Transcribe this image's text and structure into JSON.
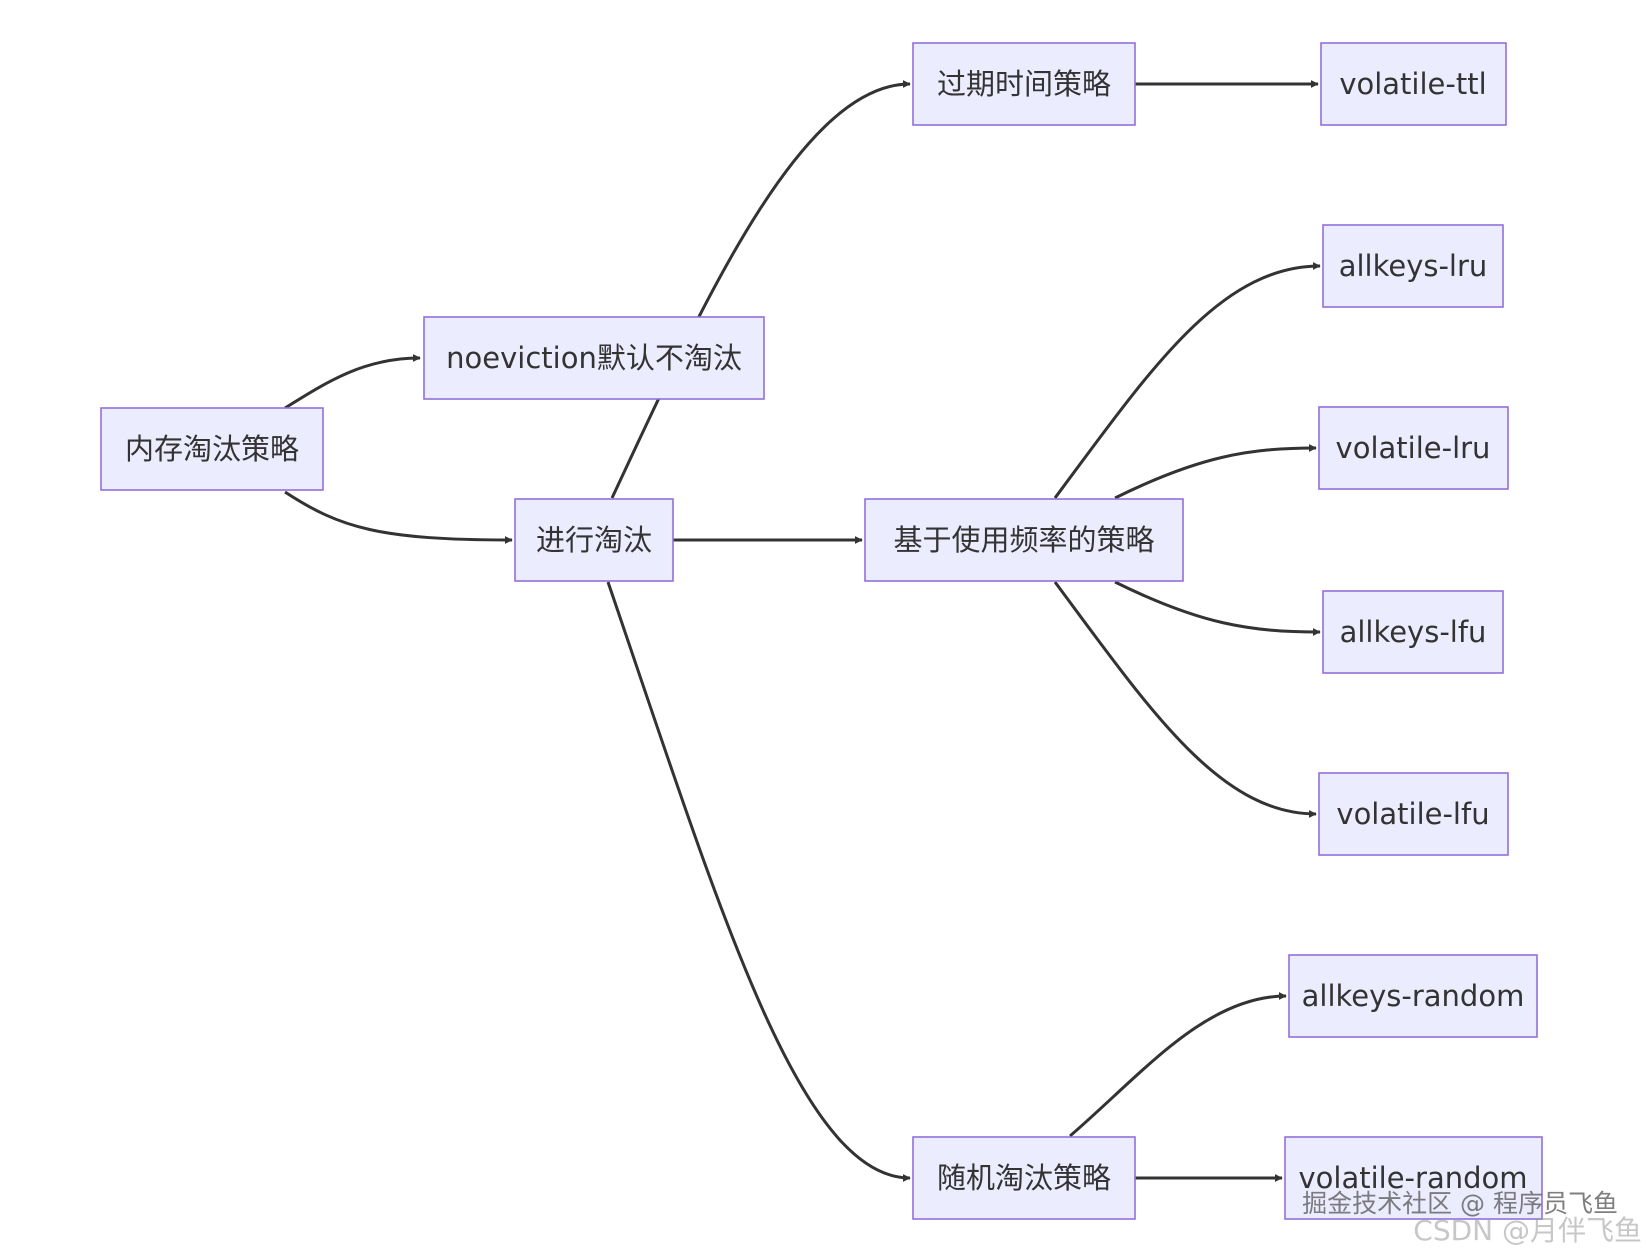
{
  "colors": {
    "node_fill": "#ececff",
    "node_border": "#9370db",
    "edge": "#333333",
    "text": "#333333"
  },
  "nodes": {
    "memory": {
      "label": "内存淘汰策略"
    },
    "noeviction": {
      "label": "noeviction默认不淘汰"
    },
    "evict": {
      "label": "进行淘汰"
    },
    "ttl_strategy": {
      "label": "过期时间策略"
    },
    "freq_strategy": {
      "label": "基于使用频率的策略"
    },
    "random_strategy": {
      "label": "随机淘汰策略"
    },
    "volatile_ttl": {
      "label": "volatile-ttl"
    },
    "allkeys_lru": {
      "label": "allkeys-lru"
    },
    "volatile_lru": {
      "label": "volatile-lru"
    },
    "allkeys_lfu": {
      "label": "allkeys-lfu"
    },
    "volatile_lfu": {
      "label": "volatile-lfu"
    },
    "allkeys_random": {
      "label": "allkeys-random"
    },
    "volatile_random": {
      "label": "volatile-random"
    }
  },
  "edges": [
    {
      "from": "memory",
      "to": "noeviction"
    },
    {
      "from": "memory",
      "to": "evict"
    },
    {
      "from": "evict",
      "to": "ttl_strategy"
    },
    {
      "from": "evict",
      "to": "freq_strategy"
    },
    {
      "from": "evict",
      "to": "random_strategy"
    },
    {
      "from": "ttl_strategy",
      "to": "volatile_ttl"
    },
    {
      "from": "freq_strategy",
      "to": "allkeys_lru"
    },
    {
      "from": "freq_strategy",
      "to": "volatile_lru"
    },
    {
      "from": "freq_strategy",
      "to": "allkeys_lfu"
    },
    {
      "from": "freq_strategy",
      "to": "volatile_lfu"
    },
    {
      "from": "random_strategy",
      "to": "allkeys_random"
    },
    {
      "from": "random_strategy",
      "to": "volatile_random"
    }
  ],
  "watermark": {
    "line1": "掘金技术社区 @ 程序员飞鱼",
    "line2": "CSDN @月伴飞鱼"
  }
}
